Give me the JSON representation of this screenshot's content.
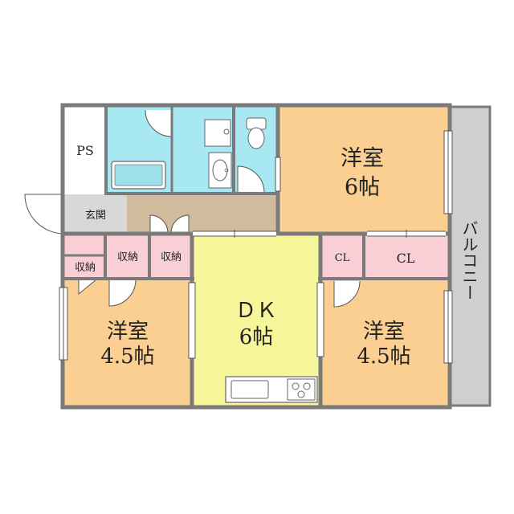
{
  "colors": {
    "wall": "#7a7a7a",
    "bedroom": "#fbcf92",
    "dk": "#f8f69a",
    "wet": "#a8e8f2",
    "hall": "#d0bb9c",
    "entrance": "#d8d8d8",
    "storage": "#f9cfd5",
    "balcony": "#cfcfcf",
    "ps": "#ffffff"
  },
  "rooms": {
    "ps": "PS",
    "entrance": "玄関",
    "bedroom_ne": {
      "type": "洋室",
      "size": "6帖"
    },
    "dk": {
      "type": "ＤＫ",
      "size": "6帖"
    },
    "bedroom_sw": {
      "type": "洋室",
      "size": "4.5帖"
    },
    "bedroom_se": {
      "type": "洋室",
      "size": "4.5帖"
    },
    "storage_left_small": "収納",
    "storage_mid_1": "収納",
    "storage_mid_2": "収納",
    "closet_small": "CL",
    "closet_large": "CL",
    "balcony": "バルコニー"
  }
}
